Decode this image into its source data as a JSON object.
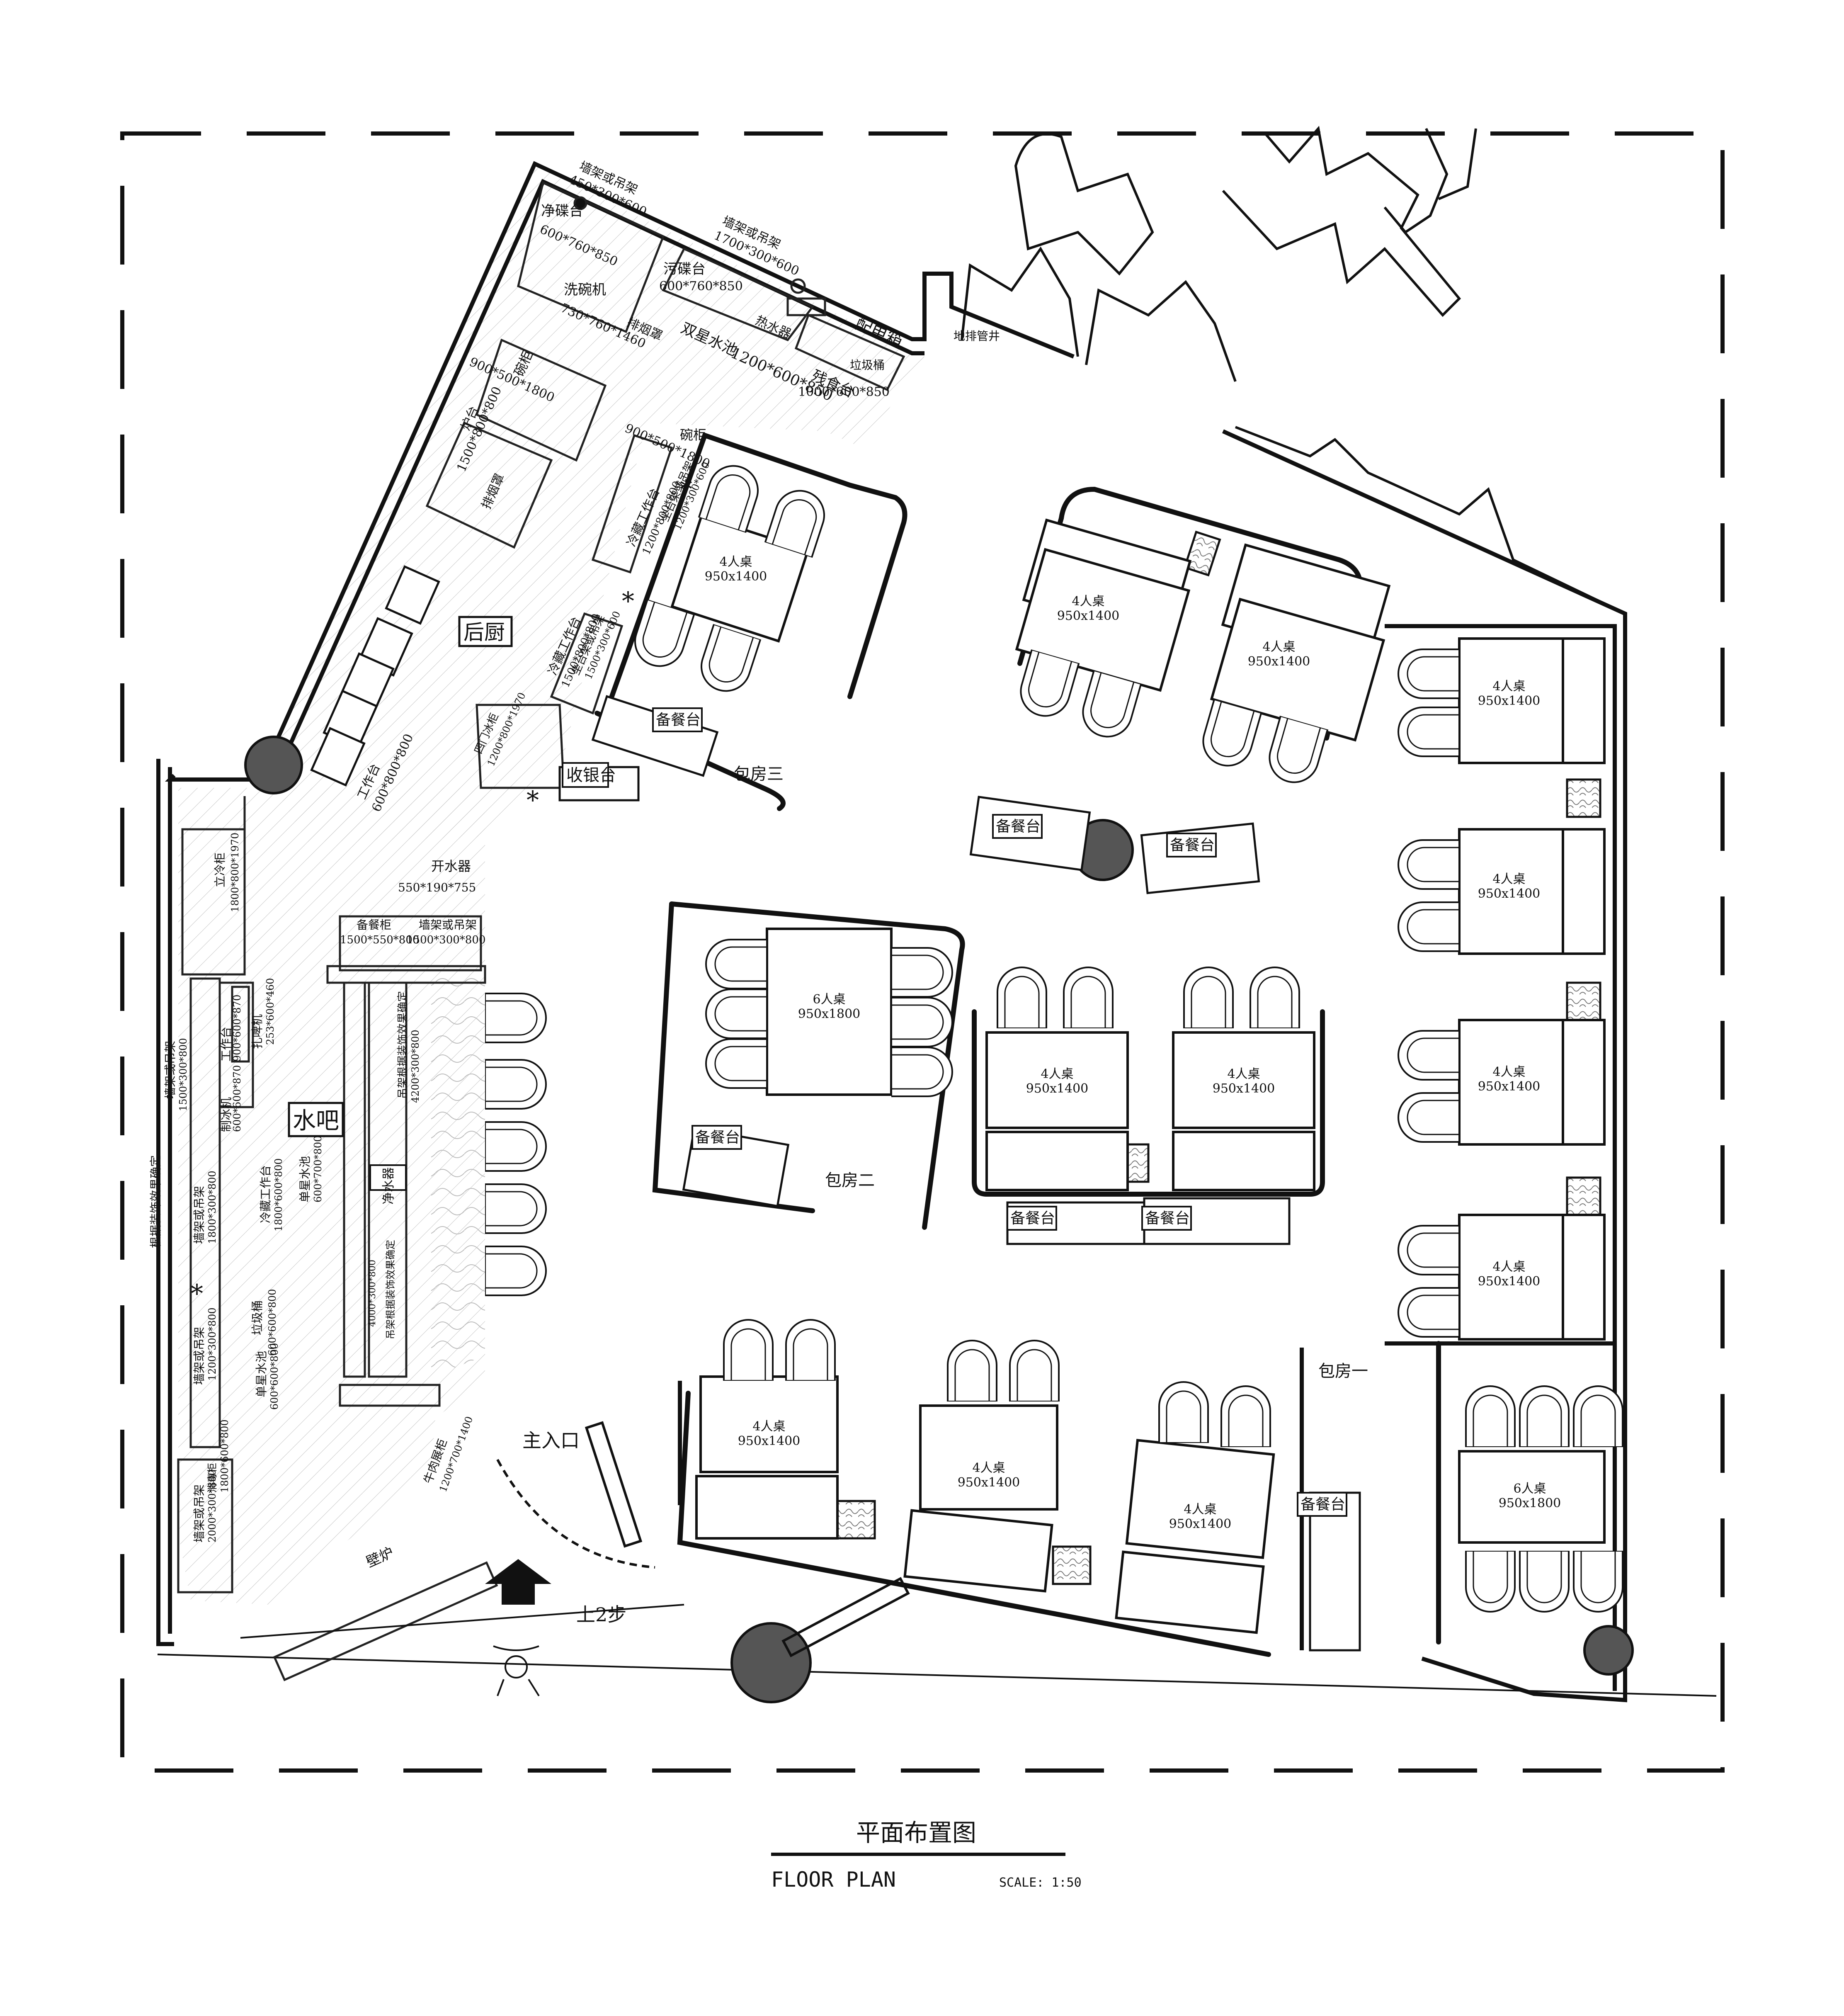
{
  "kitchen": {
    "name": "后厨",
    "items": [
      {
        "name": "墙架或吊架",
        "size": "450*300*600"
      },
      {
        "name": "净碟台",
        "size": "600*760*850"
      },
      {
        "name": "墙架或吊架",
        "size": "1700*300*600"
      },
      {
        "name": "污碟台",
        "size": "600*760*850"
      },
      {
        "name": "洗碗机",
        "size": "730*760*1460"
      },
      {
        "name": "排烟罩",
        "size": ""
      },
      {
        "name": "热水器",
        "size": ""
      },
      {
        "name": "配电箱",
        "size": ""
      },
      {
        "name": "地排管井",
        "size": ""
      },
      {
        "name": "双星水池",
        "size": "1200*600*850"
      },
      {
        "name": "残食台",
        "size": "1000*600*850"
      },
      {
        "name": "垃圾桶",
        "size": ""
      },
      {
        "name": "碗柜",
        "size": "900*500*1800"
      },
      {
        "name": "碗柜",
        "size": "900*500*1800"
      },
      {
        "name": "炉台",
        "size": "1500*800*800"
      },
      {
        "name": "排烟罩",
        "size": ""
      },
      {
        "name": "冷藏工作台",
        "size": "1200*800*800"
      },
      {
        "name": "坐台架或吊架",
        "size": "1200*300*600"
      },
      {
        "name": "冷藏工作台",
        "size": "1500*800*800"
      },
      {
        "name": "坐台架或吊架",
        "size": "1500*300*600"
      },
      {
        "name": "四门冰柜",
        "size": "1200*800*1970"
      },
      {
        "name": "工作台",
        "size": "600*800*800"
      }
    ]
  },
  "bar": {
    "name": "水吧",
    "items": [
      {
        "name": "立冷柜",
        "size": "1800*800*1970"
      },
      {
        "name": "开水器",
        "size": "550*190*755"
      },
      {
        "name": "备餐柜",
        "size": "1500*550*800"
      },
      {
        "name": "墙架或吊架",
        "size": "1500*300*800"
      },
      {
        "name": "工作台",
        "size": "900*600*870"
      },
      {
        "name": "扎啤机",
        "size": "253*600*460"
      },
      {
        "name": "制冰机",
        "size": "600*600*870"
      },
      {
        "name": "墙架或吊架",
        "size": "1500*300*800"
      },
      {
        "name": "冷藏工作台",
        "size": "1800*600*800"
      },
      {
        "name": "单星水池",
        "size": "600*700*800"
      },
      {
        "name": "墙架或吊架",
        "size": "1800*300*800"
      },
      {
        "name": "净水器",
        "size": ""
      },
      {
        "name": "吊架根据装饰效果确定",
        "size": "4200*300*800"
      },
      {
        "name": "吊架根据装饰效果确定",
        "size": "4000*300*800"
      },
      {
        "name": "垃圾桶",
        "size": "600*600*800"
      },
      {
        "name": "墙架或吊架",
        "size": "1200*300*800"
      },
      {
        "name": "单星水池",
        "size": "600*600*800"
      },
      {
        "name": "墙架或吊架",
        "size": "2000*300*800"
      },
      {
        "name": "消毒柜",
        "size": "1800*600*800"
      },
      {
        "name": "牛肉展柜",
        "size": "1200*700*1400"
      },
      {
        "name": "根据装饰效果确定",
        "size": ""
      }
    ]
  },
  "labels": {
    "cashier": "收银台",
    "main_entrance": "主入口",
    "steps": "上2步",
    "fireplace": "壁炉",
    "room1": "包房一",
    "room2": "包房二",
    "room3": "包房三",
    "service": "备餐台"
  },
  "tables": {
    "t4": "4人桌",
    "t4_size": "950x1400",
    "t6": "6人桌",
    "t6_size": "950x1800"
  },
  "title": {
    "cn": "平面布置图",
    "en": "FLOOR PLAN",
    "scale": "SCALE: 1:50"
  },
  "colors": {
    "line": "#111111",
    "hatch": "#bbbbbb",
    "column": "#555555"
  }
}
